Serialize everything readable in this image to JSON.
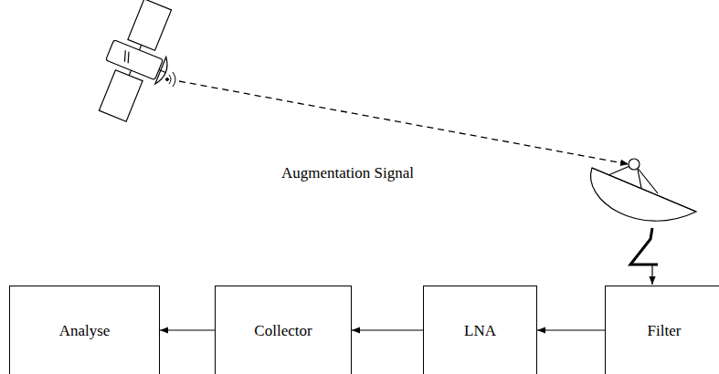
{
  "diagram": {
    "nodes": [
      {
        "text": [
          "Analyse"
        ]
      },
      {
        "text": [
          "Collector"
        ]
      },
      {
        "text": [
          "LNA"
        ]
      },
      {
        "text": [
          "Filter"
        ]
      }
    ],
    "edges": [
      {
        "from": 3,
        "to": 2,
        "arrow": "to"
      },
      {
        "from": 2,
        "to": 1,
        "arrow": "to"
      },
      {
        "from": 1,
        "to": 0,
        "arrow": "to"
      }
    ],
    "labels": [
      "Augmentation Signal"
    ]
  }
}
